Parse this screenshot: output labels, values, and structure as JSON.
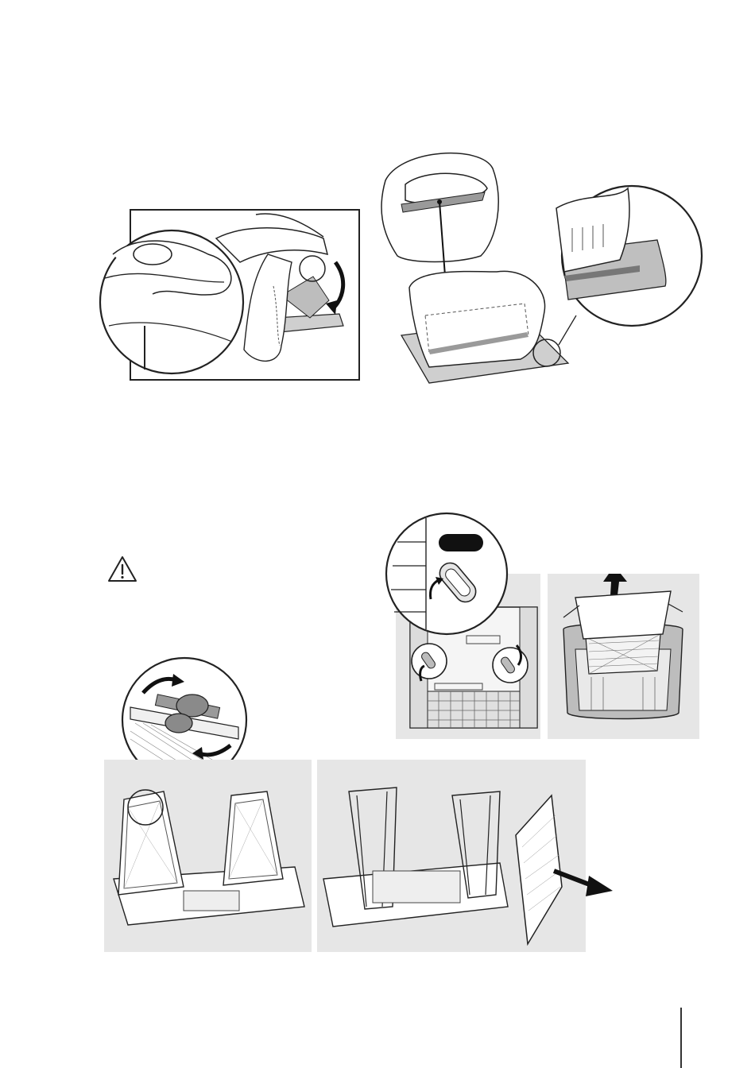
{
  "page": {
    "figures": [
      {
        "id": "bag-removal",
        "icon": "hand-pulling-bag-illustration"
      },
      {
        "id": "bag-installed",
        "icon": "filter-bag-on-frame-illustration"
      },
      {
        "id": "warning",
        "icon": "warning-triangle-icon"
      },
      {
        "id": "filter-latch",
        "icon": "rotating-latch-illustration"
      },
      {
        "id": "robot-underside",
        "icon": "robot-bottom-latches-illustration"
      },
      {
        "id": "filter-lift",
        "icon": "filter-lid-lift-illustration"
      },
      {
        "id": "filter-frame",
        "icon": "filter-frame-panels-illustration"
      },
      {
        "id": "panel-removal",
        "icon": "filter-panel-removal-illustration"
      }
    ]
  }
}
